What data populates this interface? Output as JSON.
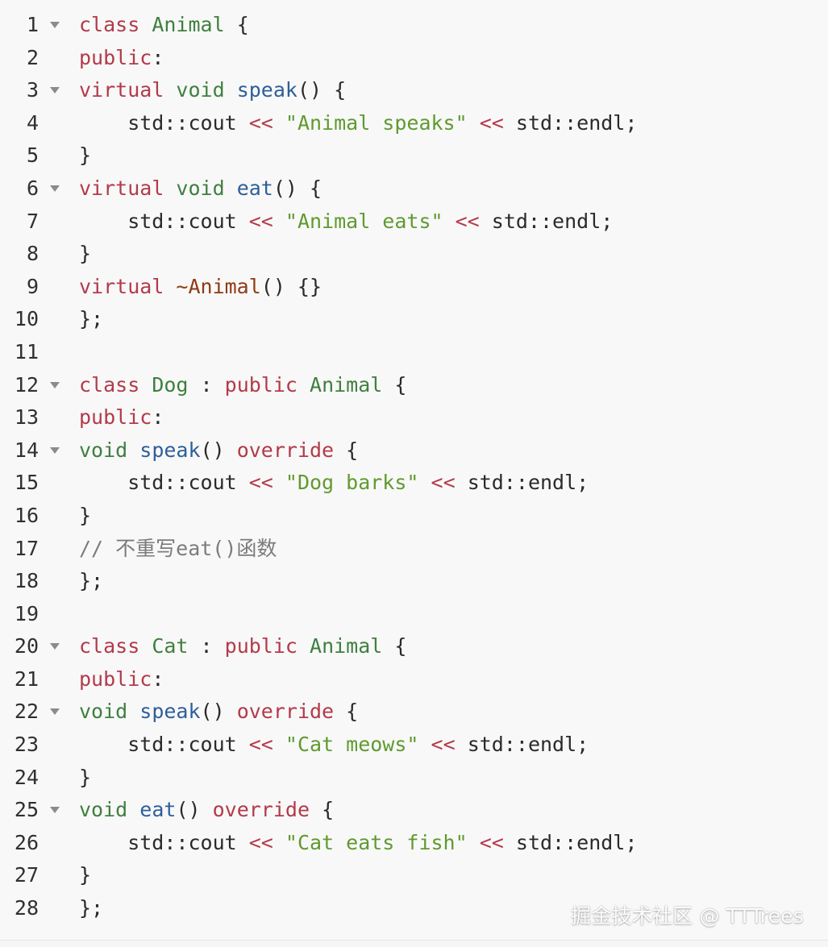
{
  "code": {
    "lines": [
      {
        "number": "1",
        "fold": true,
        "tokens": [
          {
            "text": "class",
            "kind": "keyword"
          },
          {
            "text": " ",
            "kind": "text"
          },
          {
            "text": "Animal",
            "kind": "class"
          },
          {
            "text": " {",
            "kind": "text"
          }
        ]
      },
      {
        "number": "2",
        "fold": false,
        "tokens": [
          {
            "text": "public",
            "kind": "keyword"
          },
          {
            "text": ":",
            "kind": "text"
          }
        ]
      },
      {
        "number": "3",
        "fold": true,
        "tokens": [
          {
            "text": "virtual",
            "kind": "keyword"
          },
          {
            "text": " ",
            "kind": "text"
          },
          {
            "text": "void",
            "kind": "type"
          },
          {
            "text": " ",
            "kind": "text"
          },
          {
            "text": "speak",
            "kind": "function"
          },
          {
            "text": "() {",
            "kind": "text"
          }
        ]
      },
      {
        "number": "4",
        "fold": false,
        "tokens": [
          {
            "text": "    std::cout ",
            "kind": "text"
          },
          {
            "text": "<<",
            "kind": "op"
          },
          {
            "text": " ",
            "kind": "text"
          },
          {
            "text": "\"Animal speaks\"",
            "kind": "string"
          },
          {
            "text": " ",
            "kind": "text"
          },
          {
            "text": "<<",
            "kind": "op"
          },
          {
            "text": " std::endl;",
            "kind": "text"
          }
        ]
      },
      {
        "number": "5",
        "fold": false,
        "tokens": [
          {
            "text": "}",
            "kind": "text"
          }
        ]
      },
      {
        "number": "6",
        "fold": true,
        "tokens": [
          {
            "text": "virtual",
            "kind": "keyword"
          },
          {
            "text": " ",
            "kind": "text"
          },
          {
            "text": "void",
            "kind": "type"
          },
          {
            "text": " ",
            "kind": "text"
          },
          {
            "text": "eat",
            "kind": "function"
          },
          {
            "text": "() {",
            "kind": "text"
          }
        ]
      },
      {
        "number": "7",
        "fold": false,
        "tokens": [
          {
            "text": "    std::cout ",
            "kind": "text"
          },
          {
            "text": "<<",
            "kind": "op"
          },
          {
            "text": " ",
            "kind": "text"
          },
          {
            "text": "\"Animal eats\"",
            "kind": "string"
          },
          {
            "text": " ",
            "kind": "text"
          },
          {
            "text": "<<",
            "kind": "op"
          },
          {
            "text": " std::endl;",
            "kind": "text"
          }
        ]
      },
      {
        "number": "8",
        "fold": false,
        "tokens": [
          {
            "text": "}",
            "kind": "text"
          }
        ]
      },
      {
        "number": "9",
        "fold": false,
        "tokens": [
          {
            "text": "virtual",
            "kind": "keyword"
          },
          {
            "text": " ",
            "kind": "text"
          },
          {
            "text": "~Animal",
            "kind": "destructor"
          },
          {
            "text": "() {}",
            "kind": "text"
          }
        ]
      },
      {
        "number": "10",
        "fold": false,
        "tokens": [
          {
            "text": "};",
            "kind": "text"
          }
        ]
      },
      {
        "number": "11",
        "fold": false,
        "tokens": []
      },
      {
        "number": "12",
        "fold": true,
        "tokens": [
          {
            "text": "class",
            "kind": "keyword"
          },
          {
            "text": " ",
            "kind": "text"
          },
          {
            "text": "Dog",
            "kind": "class"
          },
          {
            "text": " : ",
            "kind": "text"
          },
          {
            "text": "public",
            "kind": "keyword"
          },
          {
            "text": " ",
            "kind": "text"
          },
          {
            "text": "Animal",
            "kind": "class"
          },
          {
            "text": " {",
            "kind": "text"
          }
        ]
      },
      {
        "number": "13",
        "fold": false,
        "tokens": [
          {
            "text": "public",
            "kind": "keyword"
          },
          {
            "text": ":",
            "kind": "text"
          }
        ]
      },
      {
        "number": "14",
        "fold": true,
        "tokens": [
          {
            "text": "void",
            "kind": "type"
          },
          {
            "text": " ",
            "kind": "text"
          },
          {
            "text": "speak",
            "kind": "function"
          },
          {
            "text": "() ",
            "kind": "text"
          },
          {
            "text": "override",
            "kind": "keyword"
          },
          {
            "text": " {",
            "kind": "text"
          }
        ]
      },
      {
        "number": "15",
        "fold": false,
        "tokens": [
          {
            "text": "    std::cout ",
            "kind": "text"
          },
          {
            "text": "<<",
            "kind": "op"
          },
          {
            "text": " ",
            "kind": "text"
          },
          {
            "text": "\"Dog barks\"",
            "kind": "string"
          },
          {
            "text": " ",
            "kind": "text"
          },
          {
            "text": "<<",
            "kind": "op"
          },
          {
            "text": " std::endl;",
            "kind": "text"
          }
        ]
      },
      {
        "number": "16",
        "fold": false,
        "tokens": [
          {
            "text": "}",
            "kind": "text"
          }
        ]
      },
      {
        "number": "17",
        "fold": false,
        "tokens": [
          {
            "text": "// 不重写eat()函数",
            "kind": "comment"
          }
        ]
      },
      {
        "number": "18",
        "fold": false,
        "tokens": [
          {
            "text": "};",
            "kind": "text"
          }
        ]
      },
      {
        "number": "19",
        "fold": false,
        "tokens": []
      },
      {
        "number": "20",
        "fold": true,
        "tokens": [
          {
            "text": "class",
            "kind": "keyword"
          },
          {
            "text": " ",
            "kind": "text"
          },
          {
            "text": "Cat",
            "kind": "class"
          },
          {
            "text": " : ",
            "kind": "text"
          },
          {
            "text": "public",
            "kind": "keyword"
          },
          {
            "text": " ",
            "kind": "text"
          },
          {
            "text": "Animal",
            "kind": "class"
          },
          {
            "text": " {",
            "kind": "text"
          }
        ]
      },
      {
        "number": "21",
        "fold": false,
        "tokens": [
          {
            "text": "public",
            "kind": "keyword"
          },
          {
            "text": ":",
            "kind": "text"
          }
        ]
      },
      {
        "number": "22",
        "fold": true,
        "tokens": [
          {
            "text": "void",
            "kind": "type"
          },
          {
            "text": " ",
            "kind": "text"
          },
          {
            "text": "speak",
            "kind": "function"
          },
          {
            "text": "() ",
            "kind": "text"
          },
          {
            "text": "override",
            "kind": "keyword"
          },
          {
            "text": " {",
            "kind": "text"
          }
        ]
      },
      {
        "number": "23",
        "fold": false,
        "tokens": [
          {
            "text": "    std::cout ",
            "kind": "text"
          },
          {
            "text": "<<",
            "kind": "op"
          },
          {
            "text": " ",
            "kind": "text"
          },
          {
            "text": "\"Cat meows\"",
            "kind": "string"
          },
          {
            "text": " ",
            "kind": "text"
          },
          {
            "text": "<<",
            "kind": "op"
          },
          {
            "text": " std::endl;",
            "kind": "text"
          }
        ]
      },
      {
        "number": "24",
        "fold": false,
        "tokens": [
          {
            "text": "}",
            "kind": "text"
          }
        ]
      },
      {
        "number": "25",
        "fold": true,
        "tokens": [
          {
            "text": "void",
            "kind": "type"
          },
          {
            "text": " ",
            "kind": "text"
          },
          {
            "text": "eat",
            "kind": "function"
          },
          {
            "text": "() ",
            "kind": "text"
          },
          {
            "text": "override",
            "kind": "keyword"
          },
          {
            "text": " {",
            "kind": "text"
          }
        ]
      },
      {
        "number": "26",
        "fold": false,
        "tokens": [
          {
            "text": "    std::cout ",
            "kind": "text"
          },
          {
            "text": "<<",
            "kind": "op"
          },
          {
            "text": " ",
            "kind": "text"
          },
          {
            "text": "\"Cat eats fish\"",
            "kind": "string"
          },
          {
            "text": " ",
            "kind": "text"
          },
          {
            "text": "<<",
            "kind": "op"
          },
          {
            "text": " std::endl;",
            "kind": "text"
          }
        ]
      },
      {
        "number": "27",
        "fold": false,
        "tokens": [
          {
            "text": "}",
            "kind": "text"
          }
        ]
      },
      {
        "number": "28",
        "fold": false,
        "tokens": [
          {
            "text": "};",
            "kind": "text"
          }
        ]
      }
    ]
  },
  "watermark": {
    "text": "掘金技术社区 @ TTTrees"
  },
  "colors": {
    "background": "#f8f8f8",
    "keyword": "#b33a4a",
    "type": "#3f7f3f",
    "function": "#2d5f9a",
    "string": "#5f9a2f",
    "comment": "#7b7b7b",
    "destructor": "#8c3b14",
    "text": "#2a2a2a"
  }
}
